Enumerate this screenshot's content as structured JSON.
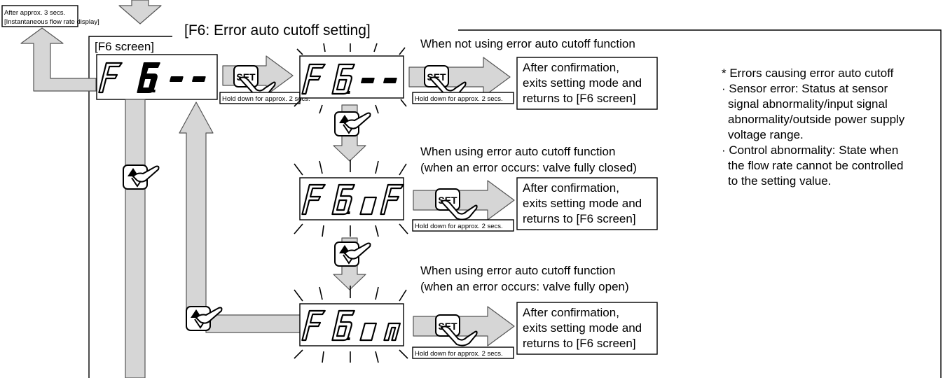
{
  "title": "[F6: Error auto cutoff setting]",
  "screen_label": "[F6 screen]",
  "return_note": {
    "line1": "After approx. 3 secs.",
    "line2": "[Instantaneous flow rate display]"
  },
  "hold_label": "Hold down for approx. 2 secs.",
  "set_key_label": "SET",
  "displays": {
    "initial": "F6.--",
    "not_using": "F6.--",
    "off": "F6.oF",
    "on": "F6.on"
  },
  "options": [
    {
      "caption_line1": "When not using error auto cutoff function",
      "caption_line2": ""
    },
    {
      "caption_line1": "When using error auto cutoff function",
      "caption_line2": "(when an error occurs: valve fully closed)"
    },
    {
      "caption_line1": "When using error auto cutoff function",
      "caption_line2": "(when an error occurs: valve fully open)"
    }
  ],
  "confirm_box": {
    "line1": "After confirmation,",
    "line2": "exits setting mode and",
    "line3": "returns to [F6 screen]"
  },
  "notes": [
    "* Errors causing error auto cutoff",
    "· Sensor error: Status at sensor",
    "signal abnormality/input signal",
    "abnormality/outside power supply",
    "voltage range.",
    "· Control abnormality: State when",
    "the flow rate cannot be controlled",
    "to the setting value."
  ]
}
